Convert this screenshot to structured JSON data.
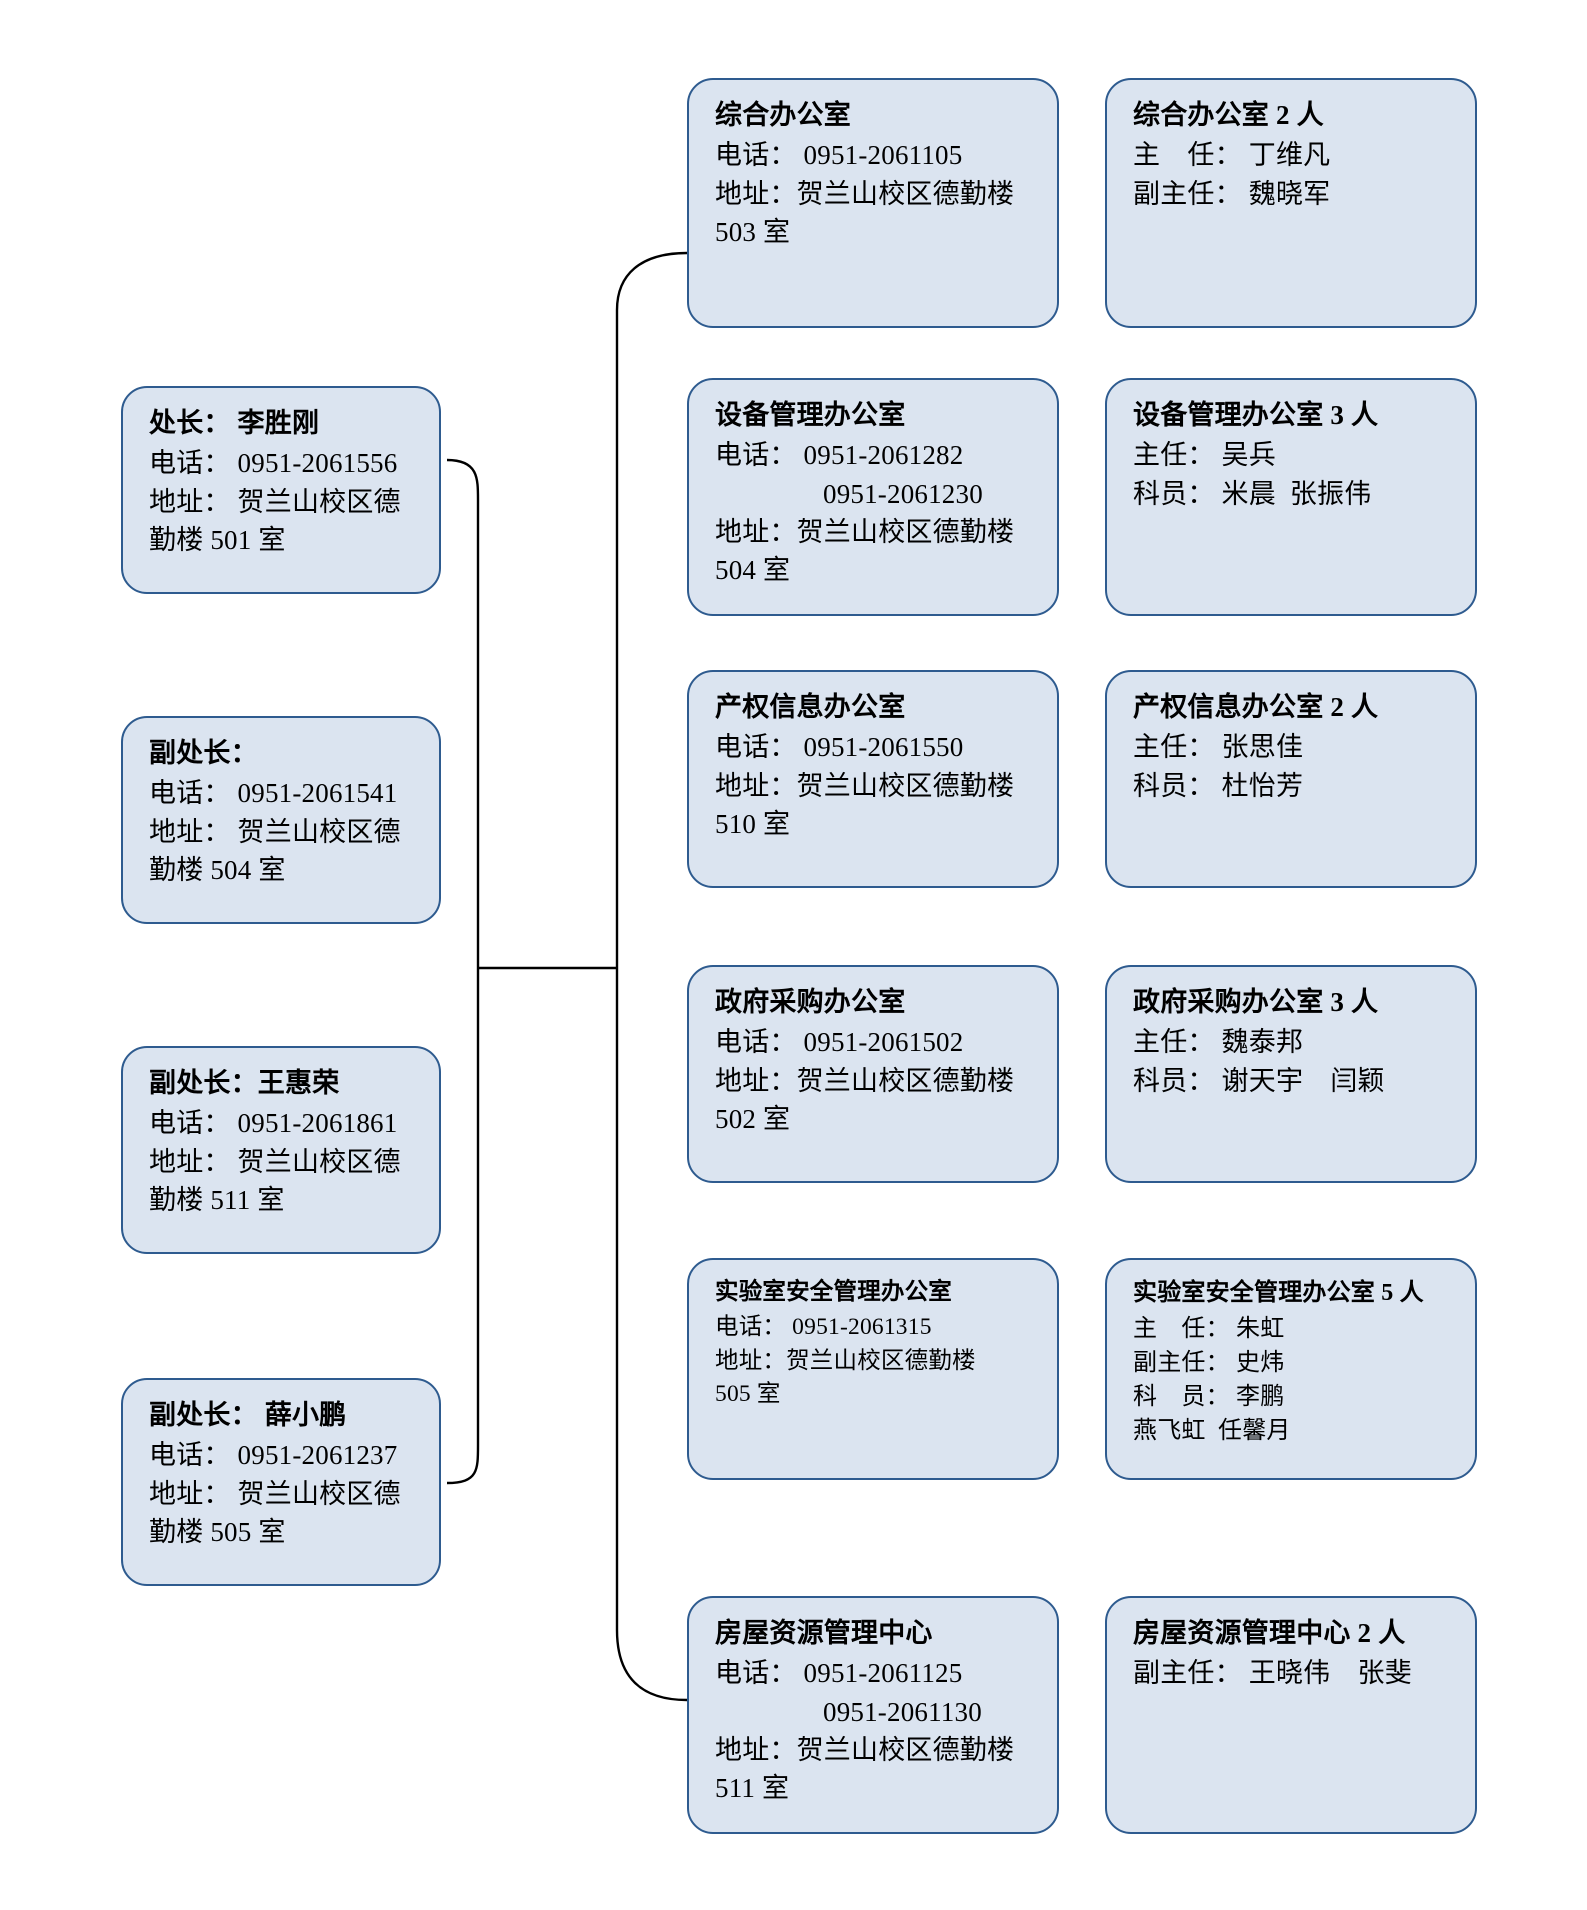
{
  "meta": {
    "title": "处室组织机构图",
    "box_fill": "#dbe4f0",
    "box_border": "#2e5b8f",
    "connector_color": "#000000",
    "text_color": "#000000"
  },
  "leadership": [
    {
      "name": "director",
      "lines": [
        "处长： 李胜刚",
        "电话： 0951-2061556",
        "地址： 贺兰山校区德",
        "勤楼 501 室"
      ]
    },
    {
      "name": "deputy-director-1",
      "lines": [
        "副处长：",
        "电话： 0951-2061541",
        "地址： 贺兰山校区德",
        "勤楼 504 室"
      ]
    },
    {
      "name": "deputy-director-2",
      "lines": [
        "副处长：王惠荣",
        "电话： 0951-2061861",
        "地址： 贺兰山校区德",
        "勤楼 511 室"
      ]
    },
    {
      "name": "deputy-director-3",
      "lines": [
        "副处长： 薛小鹏",
        "电话： 0951-2061237",
        "地址： 贺兰山校区德",
        "勤楼 505 室"
      ]
    }
  ],
  "offices": [
    {
      "name": "general-office",
      "contact": {
        "title": "综合办公室",
        "lines": [
          "电话： 0951-2061105",
          "地址：贺兰山校区德勤楼",
          "503 室"
        ]
      },
      "staff": {
        "title": "综合办公室 2 人",
        "lines": [
          "主　任： 丁维凡",
          "副主任： 魏晓军"
        ]
      }
    },
    {
      "name": "equipment-management-office",
      "contact": {
        "title": "设备管理办公室",
        "lines": [
          "电话： 0951-2061282",
          "0951-2061230",
          "地址：贺兰山校区德勤楼",
          "504 室"
        ],
        "indent_line": 1
      },
      "staff": {
        "title": "设备管理办公室 3 人",
        "lines": [
          "主任： 吴兵",
          "科员： 米晨  张振伟"
        ]
      }
    },
    {
      "name": "property-information-office",
      "contact": {
        "title": "产权信息办公室",
        "lines": [
          "电话： 0951-2061550",
          "地址：贺兰山校区德勤楼",
          "510 室"
        ]
      },
      "staff": {
        "title": "产权信息办公室 2 人",
        "lines": [
          "主任： 张思佳",
          "科员： 杜怡芳"
        ]
      }
    },
    {
      "name": "government-procurement-office",
      "contact": {
        "title": "政府采购办公室",
        "lines": [
          "电话： 0951-2061502",
          "地址：贺兰山校区德勤楼",
          "502 室"
        ]
      },
      "staff": {
        "title": "政府采购办公室 3 人",
        "lines": [
          "主任： 魏泰邦",
          "科员： 谢天宇　闫颖"
        ]
      }
    },
    {
      "name": "laboratory-safety-management-office",
      "contact": {
        "title": "实验室安全管理办公室",
        "lines": [
          "电话： 0951-2061315",
          "地址：贺兰山校区德勤楼",
          "505 室"
        ]
      },
      "staff": {
        "title": "实验室安全管理办公室 5 人",
        "lines": [
          "主　任： 朱虹",
          "副主任： 史炜",
          "科　员： 李鹏",
          "燕飞虹  任馨月"
        ]
      }
    },
    {
      "name": "housing-resource-management-center",
      "contact": {
        "title": "房屋资源管理中心",
        "lines": [
          "电话： 0951-2061125",
          "0951-2061130",
          "地址：贺兰山校区德勤楼",
          "511 室"
        ],
        "indent_line": 1
      },
      "staff": {
        "title": "房屋资源管理中心 2 人",
        "lines": [
          "副主任： 王晓伟　张斐"
        ]
      }
    }
  ]
}
